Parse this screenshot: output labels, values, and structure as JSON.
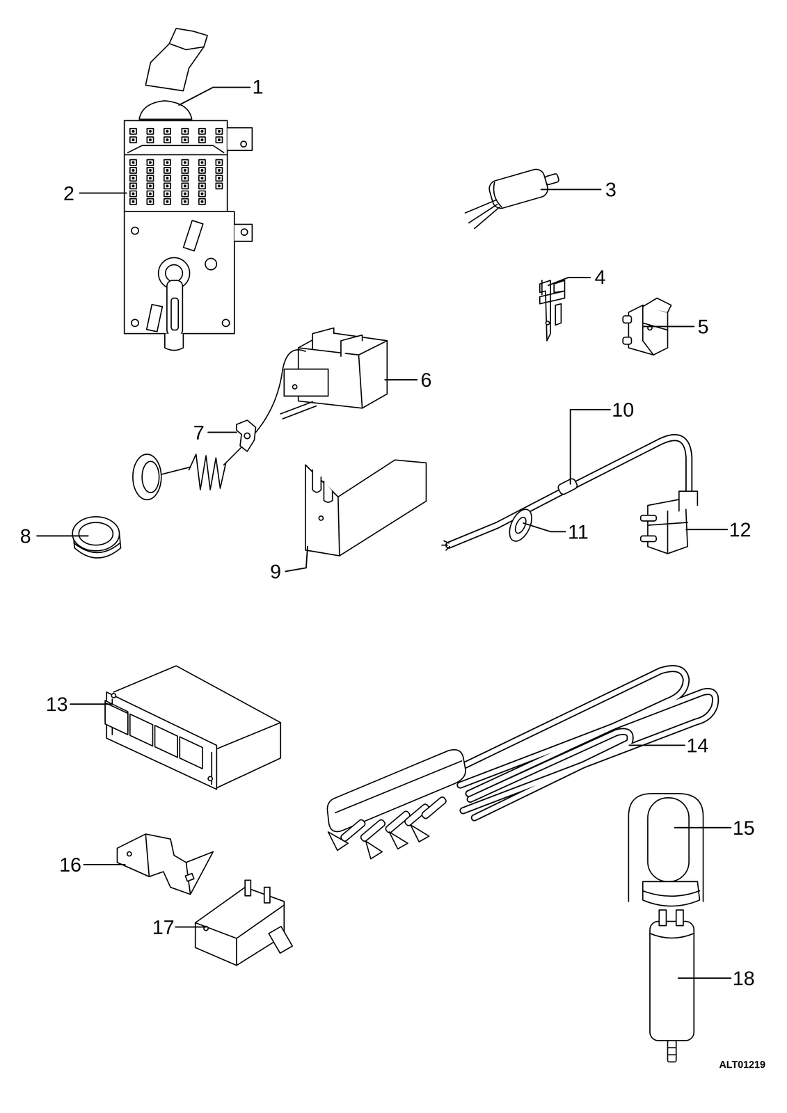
{
  "diagram": {
    "labels": [
      "1",
      "2",
      "3",
      "4",
      "5",
      "6",
      "7",
      "8",
      "9",
      "10",
      "11",
      "12",
      "13",
      "14",
      "15",
      "16",
      "17",
      "18",
      "ALT01219"
    ]
  }
}
